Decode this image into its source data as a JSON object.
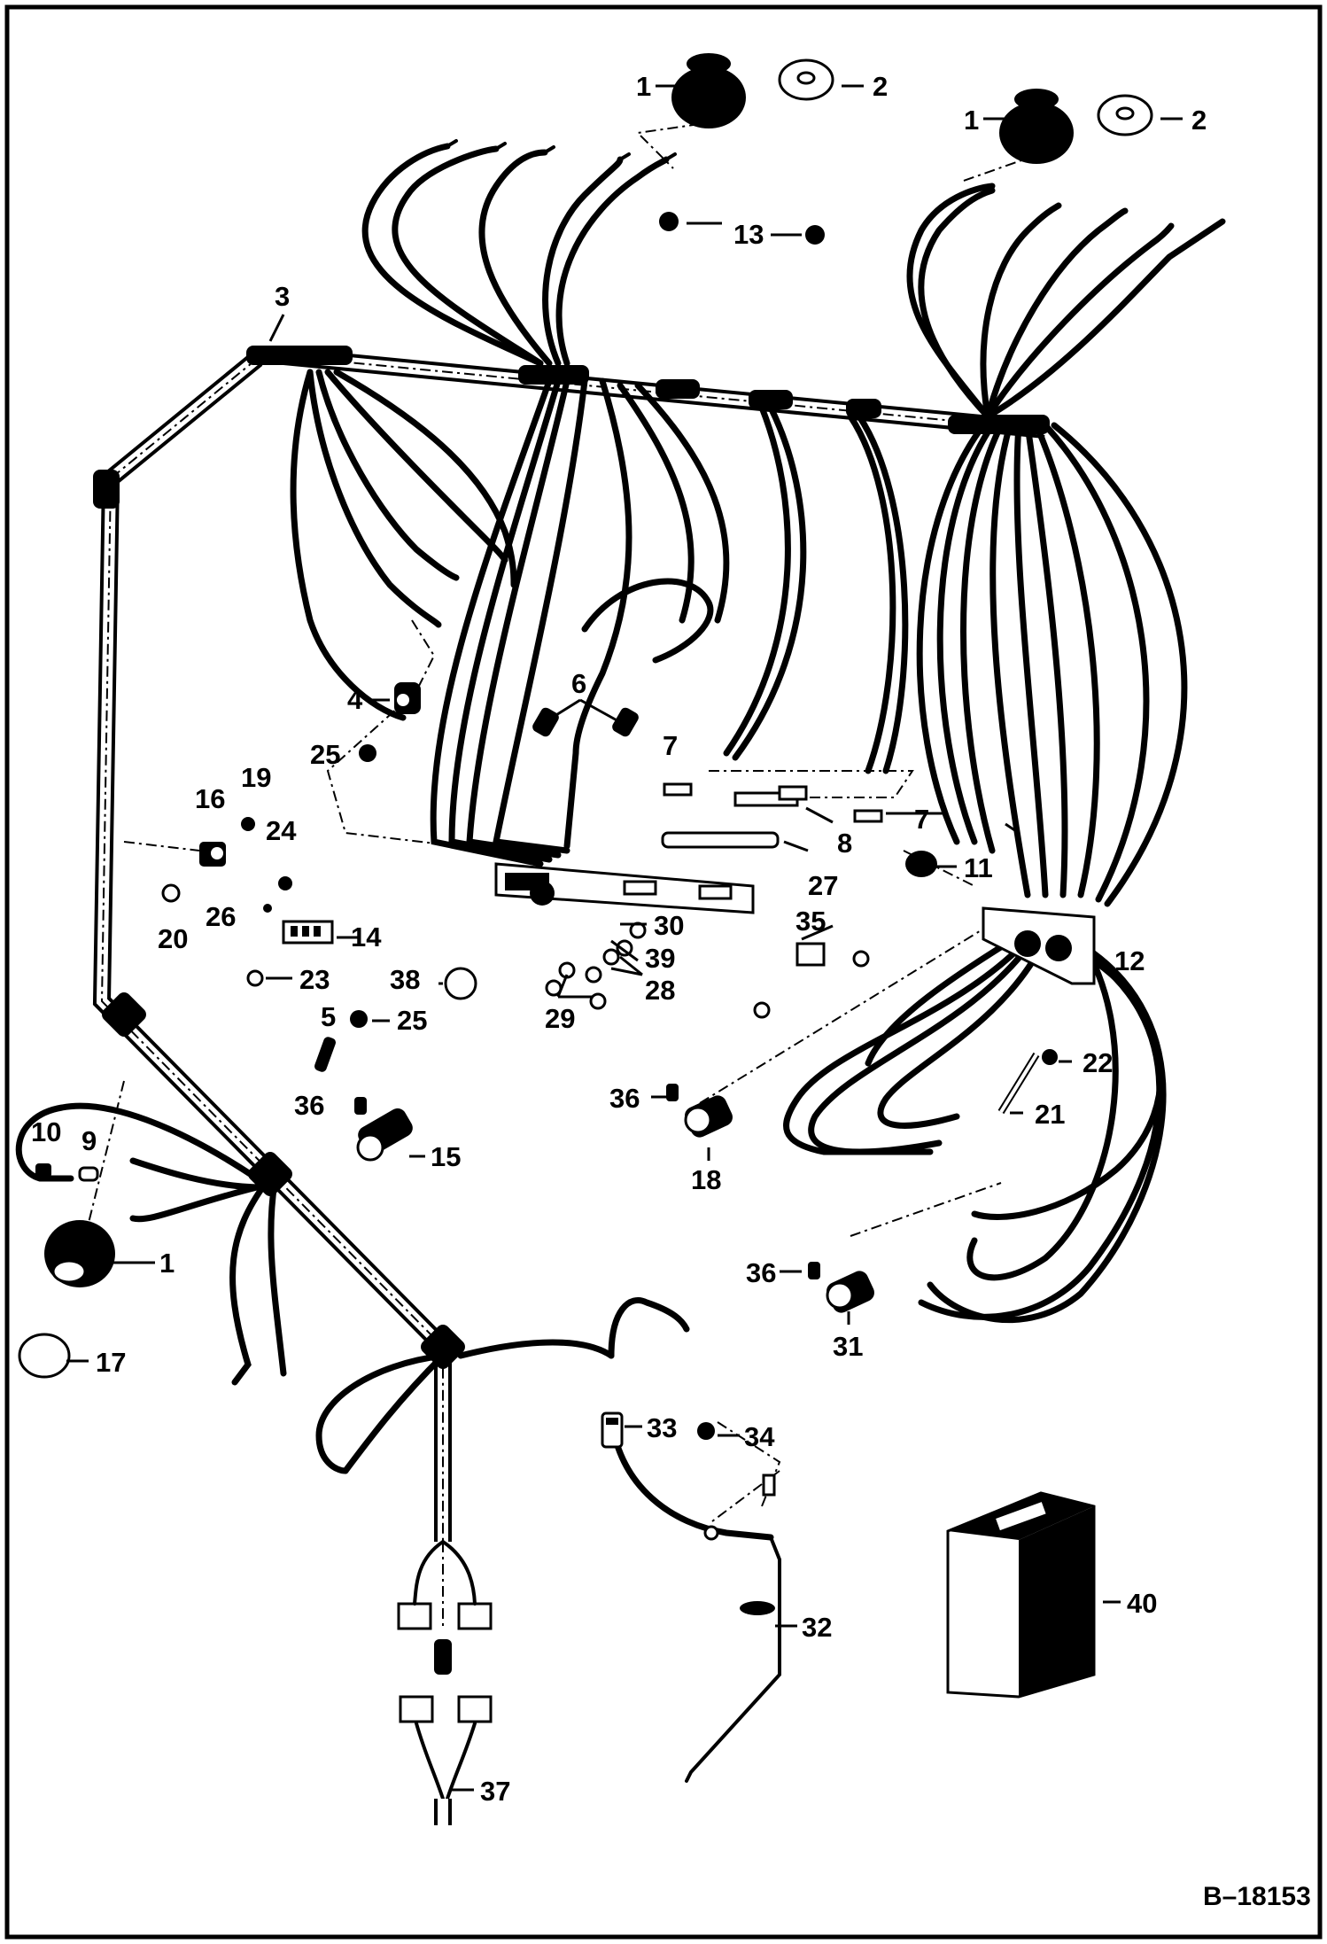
{
  "figure_id": "B–18153",
  "callouts": [
    {
      "id": "c1a",
      "label": "1"
    },
    {
      "id": "c2a",
      "label": "2"
    },
    {
      "id": "c1b",
      "label": "1"
    },
    {
      "id": "c2b",
      "label": "2"
    },
    {
      "id": "c13",
      "label": "13"
    },
    {
      "id": "c3",
      "label": "3"
    },
    {
      "id": "c4",
      "label": "4"
    },
    {
      "id": "c6",
      "label": "6"
    },
    {
      "id": "c25a",
      "label": "25"
    },
    {
      "id": "c7a",
      "label": "7"
    },
    {
      "id": "c7b",
      "label": "7"
    },
    {
      "id": "c8",
      "label": "8"
    },
    {
      "id": "c11",
      "label": "11"
    },
    {
      "id": "c16",
      "label": "16"
    },
    {
      "id": "c19",
      "label": "19"
    },
    {
      "id": "c24",
      "label": "24"
    },
    {
      "id": "c27",
      "label": "27"
    },
    {
      "id": "c20",
      "label": "20"
    },
    {
      "id": "c26",
      "label": "26"
    },
    {
      "id": "c14",
      "label": "14"
    },
    {
      "id": "c30",
      "label": "30"
    },
    {
      "id": "c35",
      "label": "35"
    },
    {
      "id": "c12",
      "label": "12"
    },
    {
      "id": "c39",
      "label": "39"
    },
    {
      "id": "c23",
      "label": "23"
    },
    {
      "id": "c38",
      "label": "38"
    },
    {
      "id": "c28",
      "label": "28"
    },
    {
      "id": "c5",
      "label": "5"
    },
    {
      "id": "c25b",
      "label": "25"
    },
    {
      "id": "c29",
      "label": "29"
    },
    {
      "id": "c22",
      "label": "22"
    },
    {
      "id": "c36a",
      "label": "36"
    },
    {
      "id": "c36b",
      "label": "36"
    },
    {
      "id": "c21",
      "label": "21"
    },
    {
      "id": "c15",
      "label": "15"
    },
    {
      "id": "c18",
      "label": "18"
    },
    {
      "id": "c10",
      "label": "10"
    },
    {
      "id": "c9",
      "label": "9"
    },
    {
      "id": "c1c",
      "label": "1"
    },
    {
      "id": "c36c",
      "label": "36"
    },
    {
      "id": "c31",
      "label": "31"
    },
    {
      "id": "c17",
      "label": "17"
    },
    {
      "id": "c33",
      "label": "33"
    },
    {
      "id": "c34",
      "label": "34"
    },
    {
      "id": "c32",
      "label": "32"
    },
    {
      "id": "c40",
      "label": "40"
    },
    {
      "id": "c37",
      "label": "37"
    }
  ]
}
